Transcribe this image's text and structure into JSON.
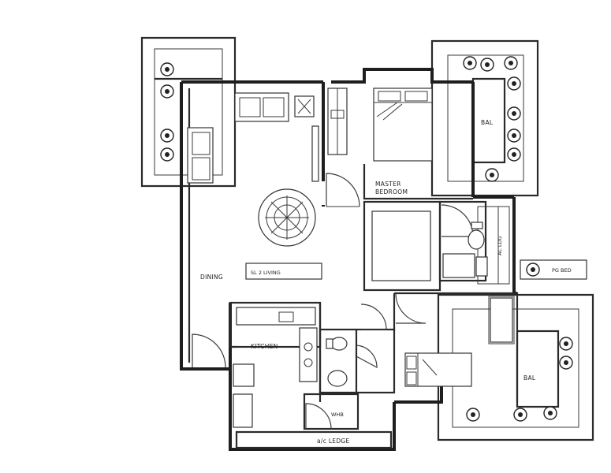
{
  "rooms": {
    "master_bedroom_line1": "MASTER",
    "master_bedroom_line2": "BEDROOM",
    "balcony_upper": "BAL",
    "balcony_lower": "BAL",
    "dining": "DINING",
    "living_unit": "SL 2 LIVING",
    "kitchen": "KITCHEN",
    "whb": "WHB",
    "ac_ledge": "a/c LEDGE",
    "ac_ledge_side": "AC LDG",
    "planter_box": "PG BED"
  },
  "colors": {
    "line": "#2a2a2a",
    "background": "#ffffff"
  }
}
